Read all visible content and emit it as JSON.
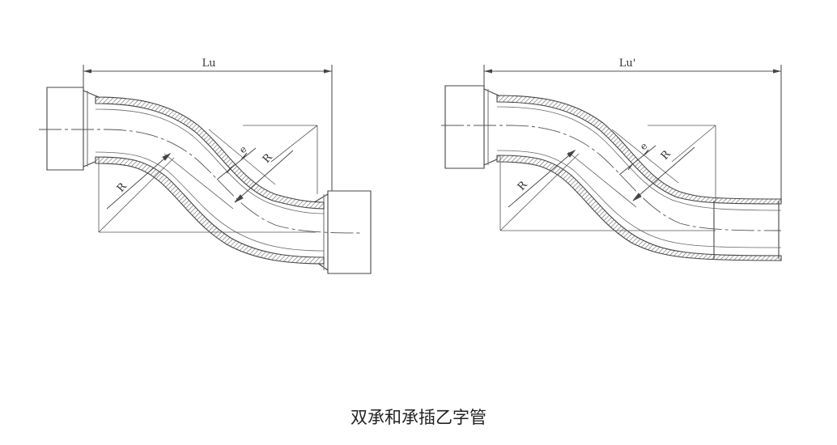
{
  "diagrams": [
    {
      "dimension_label": "Lu",
      "e_label": "e",
      "r_label_upper": "R",
      "r_label_lower": "R"
    },
    {
      "dimension_label": "Lu'",
      "e_label": "e",
      "r_label_upper": "R",
      "r_label_lower": "R"
    }
  ],
  "caption": "双承和承插乙字管"
}
